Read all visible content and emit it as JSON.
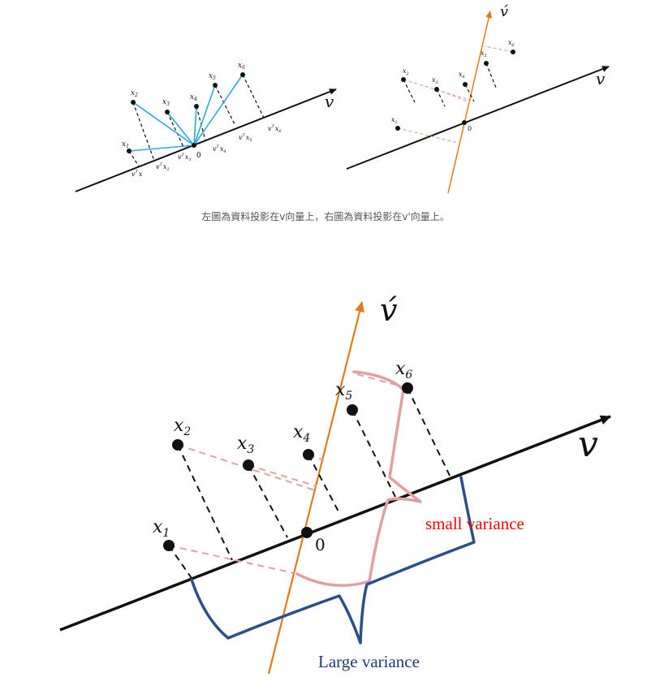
{
  "caption": "左圖為資料投影在v向量上，右圖為資料投影在v'向量上。",
  "colors": {
    "axis": "#111111",
    "vprime": "#e07b1a",
    "projection_blue": "#2aa9e0",
    "pink": "#e0a0a0",
    "blue_curve": "#2b4f86",
    "small_variance_text": "#ff0000",
    "large_variance_text": "#1f3a7a"
  },
  "top_left": {
    "axis_label": "v",
    "origin_label": "0",
    "points": [
      {
        "sym": "x",
        "sub": "1"
      },
      {
        "sym": "x",
        "sub": "2"
      },
      {
        "sym": "x",
        "sub": "3"
      },
      {
        "sym": "x",
        "sub": "4"
      },
      {
        "sym": "x",
        "sub": "5"
      },
      {
        "sym": "x",
        "sub": "6"
      }
    ],
    "proj_labels": [
      {
        "base": "v",
        "sup": "T",
        "x": "x",
        "sub": "1"
      },
      {
        "base": "v",
        "sup": "T",
        "x": "x",
        "sub": "2"
      },
      {
        "base": "v",
        "sup": "T",
        "x": "x",
        "sub": "3"
      },
      {
        "base": "v",
        "sup": "T",
        "x": "x",
        "sub": "4"
      },
      {
        "base": "v",
        "sup": "T",
        "x": "x",
        "sub": "5"
      },
      {
        "base": "v",
        "sup": "T",
        "x": "x",
        "sub": "6"
      }
    ]
  },
  "top_right": {
    "axis_label": "v",
    "vprime_label": "v́",
    "origin_label": "0",
    "points": [
      {
        "sym": "x",
        "sub": "1"
      },
      {
        "sym": "x",
        "sub": "2"
      },
      {
        "sym": "x",
        "sub": "3"
      },
      {
        "sym": "x",
        "sub": "4"
      },
      {
        "sym": "x",
        "sub": "5"
      },
      {
        "sym": "x",
        "sub": "6"
      }
    ]
  },
  "bottom": {
    "axis_label": "v",
    "vprime_label": "v́",
    "origin_label": "0",
    "points": [
      {
        "sym": "x",
        "sub": "1"
      },
      {
        "sym": "x",
        "sub": "2"
      },
      {
        "sym": "x",
        "sub": "3"
      },
      {
        "sym": "x",
        "sub": "4"
      },
      {
        "sym": "x",
        "sub": "5"
      },
      {
        "sym": "x",
        "sub": "6"
      }
    ],
    "small_variance": "small variance",
    "large_variance": "Large variance"
  }
}
